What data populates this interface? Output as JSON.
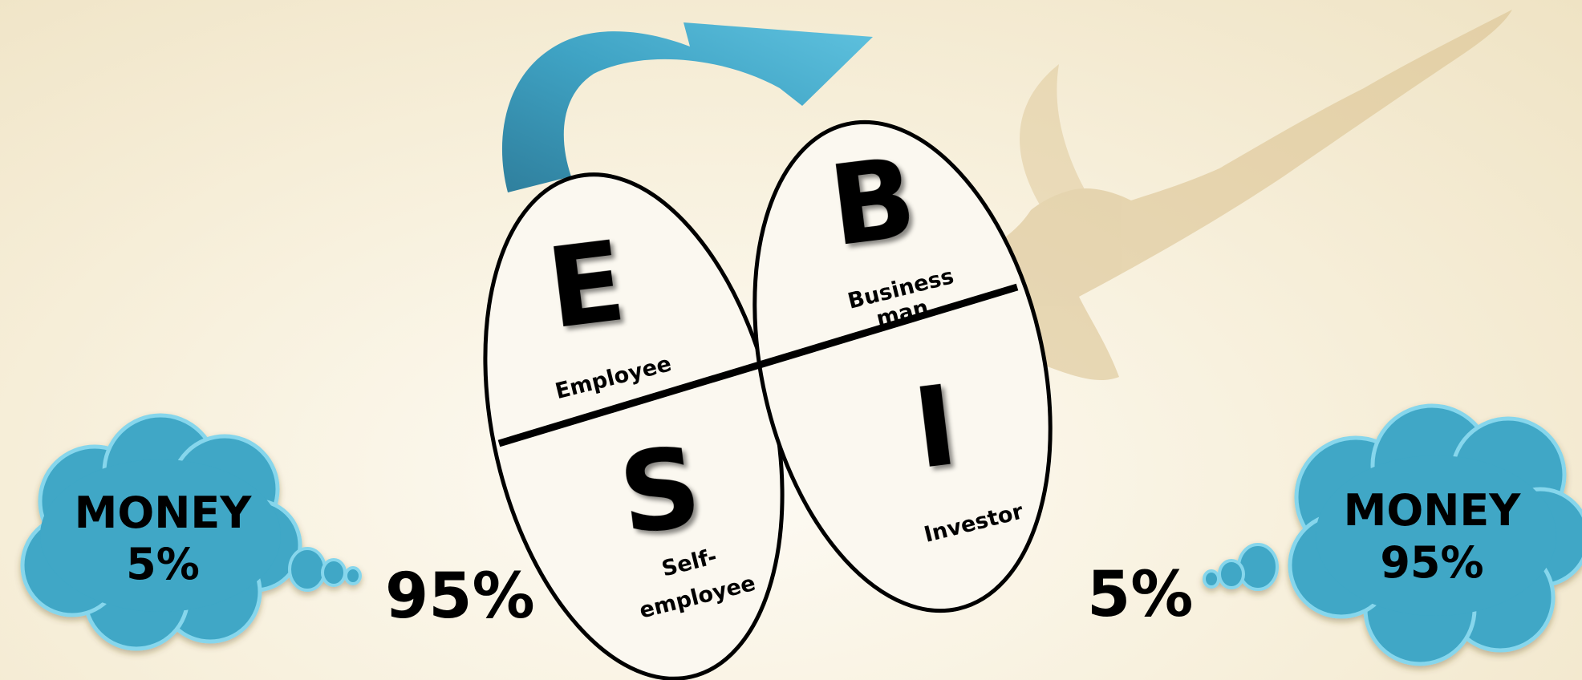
{
  "quadrants": {
    "e": {
      "letter": "E",
      "label": "Employee"
    },
    "s": {
      "letter": "S",
      "label_line1": "Self-",
      "label_line2": "employee"
    },
    "b": {
      "letter": "B",
      "label_line1": "Business",
      "label_line2": "man"
    },
    "i": {
      "letter": "I",
      "label": "Investor"
    }
  },
  "left_side": {
    "cloud_line1": "MONEY",
    "cloud_line2": "5%",
    "population": "95%"
  },
  "right_side": {
    "cloud_line1": "MONEY",
    "cloud_line2": "95%",
    "population": "5%"
  },
  "colors": {
    "cloud_fill": "#3fa7c6",
    "cloud_edge": "#7fd3ea",
    "arrow": "#3b9fc2",
    "eagle": "#d9c08e"
  }
}
